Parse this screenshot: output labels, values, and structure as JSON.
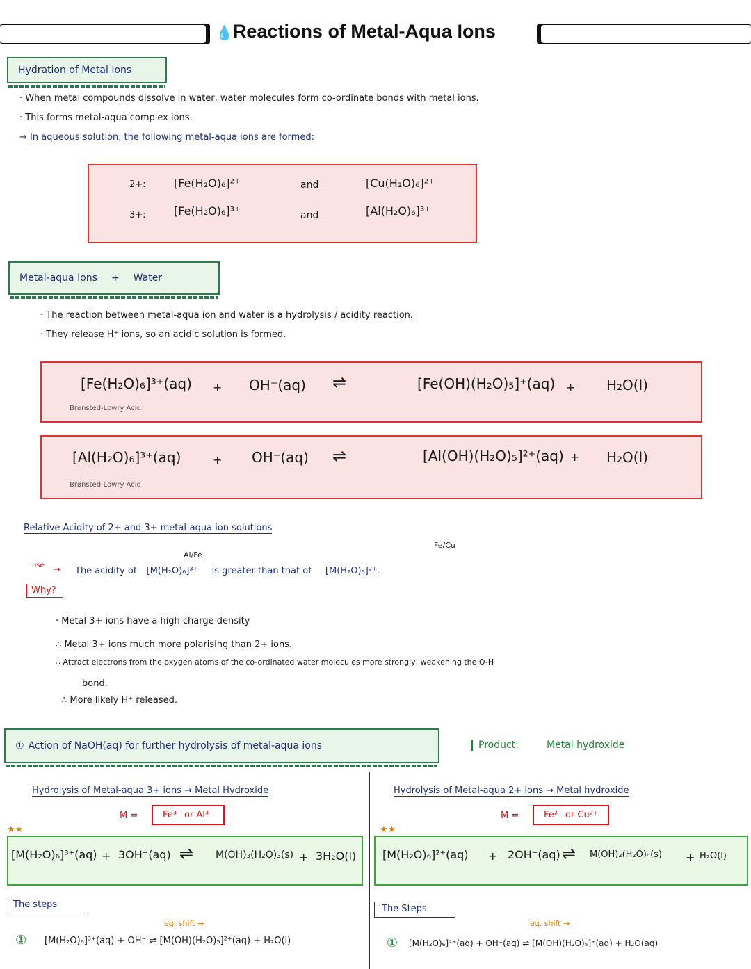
{
  "header": {
    "title": "Reactions of Metal-Aqua Ions",
    "icon": "droplets-icon"
  },
  "section1": {
    "heading": "Hydration of Metal Ions",
    "lines": [
      "· When metal compounds dissolve in water, water molecules form co-ordinate bonds with metal ions.",
      "· This forms metal-aqua complex ions.",
      "→ In aqueous solution, the following metal-aqua ions are formed:"
    ],
    "box": {
      "row1_label": "2+:",
      "row1_a": "[Fe(H₂O)₆]²⁺",
      "row1_and": "and",
      "row1_b": "[Cu(H₂O)₆]²⁺",
      "row2_label": "3+:",
      "row2_a": "[Fe(H₂O)₆]³⁺",
      "row2_and": "and",
      "row2_b": "[Al(H₂O)₆]³⁺"
    }
  },
  "section2": {
    "heading_a": "Metal-aqua Ions",
    "heading_plus": "+",
    "heading_b": "Water",
    "lines": [
      "· The reaction between metal-aqua ion and water is a hydrolysis / acidity reaction.",
      "· They release H⁺ ions, so an acidic solution is formed."
    ],
    "eq1": {
      "left": "[Fe(H₂O)₆]³⁺(aq)",
      "left_note": "Brønsted-Lowry Acid",
      "plus1": "+",
      "reagent": "OH⁻(aq)",
      "arrow": "⇌",
      "product": "[Fe(OH)(H₂O)₅]⁺(aq)",
      "plus2": "+",
      "water": "H₂O(l)"
    },
    "eq2": {
      "left": "[Al(H₂O)₆]³⁺(aq)",
      "left_note": "Brønsted-Lowry Acid",
      "plus1": "+",
      "reagent": "OH⁻(aq)",
      "arrow": "⇌",
      "product": "[Al(OH)(H₂O)₅]²⁺(aq)",
      "plus2": "+",
      "water": "H₂O(l)"
    }
  },
  "section3": {
    "heading": "Relative Acidity of 2+ and 3+ metal-aqua ion solutions",
    "note_left": "use",
    "al_fe": "Al/Fe",
    "fe_cu": "Fe/Cu",
    "statement_a": "The acidity of",
    "statement_ion3": "[M(H₂O)₆]³⁺",
    "statement_b": "is greater than that of",
    "statement_ion2": "[M(H₂O)₆]²⁺.",
    "why": "Why?",
    "reasons": [
      "· Metal 3+ ions have a high charge density",
      "∴ Metal 3+ ions much more polarising than 2+ ions.",
      "∴ Attract electrons from the oxygen atoms of the co-ordinated water molecules more strongly, weakening the O-H",
      "bond.",
      "∴ More likely H⁺ released."
    ]
  },
  "section4": {
    "heading_num": "①",
    "heading": "Action of NaOH(aq) for further hydrolysis of metal-aqua ions",
    "product_label": "Product:",
    "product_value": "Metal hydroxide",
    "left": {
      "title": "Hydrolysis of Metal-aqua 3+ ions → Metal Hydroxide",
      "m_label": "M =",
      "m_value": "Fe³⁺ or Al³⁺",
      "stars": "★★",
      "eq_left": "[M(H₂O)₆]³⁺(aq)",
      "eq_plus": "+",
      "eq_reagent": "3OH⁻(aq)",
      "eq_arrow": "⇌",
      "eq_product": "M(OH)₃(H₂O)₃(s)",
      "eq_plus2": "+",
      "eq_water": "3H₂O(l)",
      "steps_label": "The steps",
      "eq_shift": "eq. shift →",
      "step1_num": "①",
      "step1": "[M(H₂O)₆]³⁺(aq) + OH⁻ ⇌ [M(OH)(H₂O)₅]²⁺(aq) + H₂O(l)"
    },
    "right": {
      "title": "Hydrolysis of Metal-aqua 2+ ions → Metal hydroxide",
      "m_label": "M =",
      "m_value": "Fe²⁺ or Cu²⁺",
      "stars": "★★",
      "eq_left": "[M(H₂O)₆]²⁺(aq)",
      "eq_plus": "+",
      "eq_reagent": "2OH⁻(aq)",
      "eq_arrow": "⇌",
      "eq_product": "M(OH)₂(H₂O)₄(s)",
      "eq_plus2": "+",
      "eq_water": "H₂O(l)",
      "steps_label": "The Steps",
      "eq_shift": "eq. shift →",
      "step1_num": "①",
      "step1": "[M(H₂O)₆]²⁺(aq) + OH⁻(aq) ⇌ [M(OH)(H₂O)₅]⁺(aq) + H₂O(aq)"
    }
  }
}
